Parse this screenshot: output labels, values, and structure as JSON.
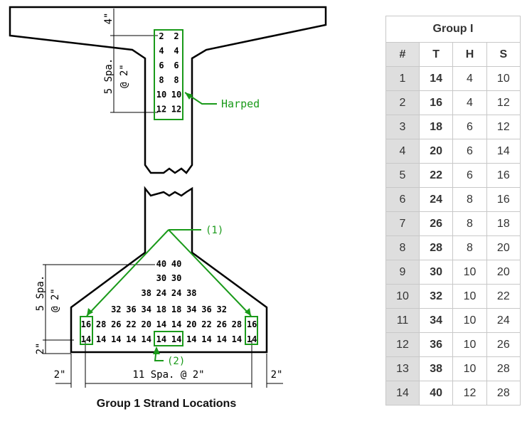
{
  "diagram": {
    "dims": {
      "top_flange": "4\"",
      "harp_spacing_a": "5 Spa.",
      "harp_spacing_b": "@ 2\"",
      "bottom_spacing_a": "5 Spa.",
      "bottom_spacing_b": "@ 2\"",
      "bottom_cover": "2\"",
      "left_edge": "2\"",
      "right_edge": "2\"",
      "horizontal_spacing": "11 Spa. @ 2\""
    },
    "harped_rows": [
      [
        "2",
        "2"
      ],
      [
        "4",
        "4"
      ],
      [
        "6",
        "6"
      ],
      [
        "8",
        "8"
      ],
      [
        "10",
        "10"
      ],
      [
        "12",
        "12"
      ]
    ],
    "bottom_rows": [
      [
        "40",
        "40"
      ],
      [
        "30",
        "30"
      ],
      [
        "38",
        "24",
        "24",
        "38"
      ],
      [
        "32",
        "36",
        "34",
        "18",
        "18",
        "34",
        "36",
        "32"
      ],
      [
        "16",
        "28",
        "26",
        "22",
        "20",
        "14",
        "14",
        "20",
        "22",
        "26",
        "28",
        "16"
      ],
      [
        "14",
        "14",
        "14",
        "14",
        "14",
        "14",
        "14",
        "14",
        "14",
        "14",
        "14",
        "14"
      ]
    ],
    "labels": {
      "harped": "Harped",
      "note1": "(1)",
      "note2": "(2)"
    },
    "caption": "Group 1 Strand Locations",
    "colors": {
      "callout": "#1a9a1a",
      "line": "#000000"
    }
  },
  "table": {
    "title": "Group I",
    "columns": [
      "#",
      "T",
      "H",
      "S"
    ],
    "rows": [
      [
        "1",
        "14",
        "4",
        "10"
      ],
      [
        "2",
        "16",
        "4",
        "12"
      ],
      [
        "3",
        "18",
        "6",
        "12"
      ],
      [
        "4",
        "20",
        "6",
        "14"
      ],
      [
        "5",
        "22",
        "6",
        "16"
      ],
      [
        "6",
        "24",
        "8",
        "16"
      ],
      [
        "7",
        "26",
        "8",
        "18"
      ],
      [
        "8",
        "28",
        "8",
        "20"
      ],
      [
        "9",
        "30",
        "10",
        "20"
      ],
      [
        "10",
        "32",
        "10",
        "22"
      ],
      [
        "11",
        "34",
        "10",
        "24"
      ],
      [
        "12",
        "36",
        "10",
        "26"
      ],
      [
        "13",
        "38",
        "10",
        "28"
      ],
      [
        "14",
        "40",
        "12",
        "28"
      ]
    ]
  }
}
